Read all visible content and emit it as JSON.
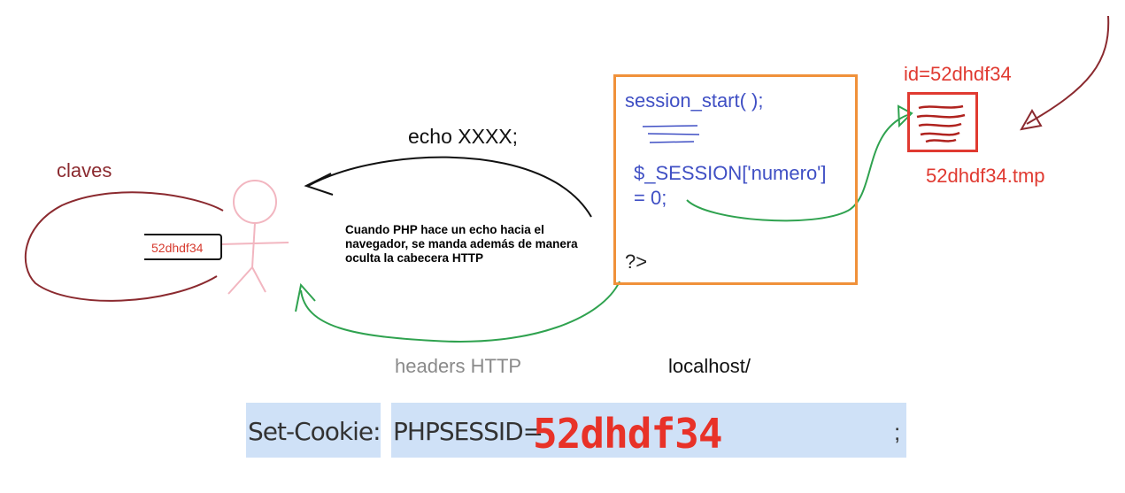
{
  "client": {
    "label": "claves",
    "cookie_value": "52dhdf34"
  },
  "arrows": {
    "top_label": "echo XXXX;",
    "bottom_label": "headers HTTP",
    "note": "Cuando PHP hace un echo hacia el navegador, se manda además de manera oculta la cabecera HTTP"
  },
  "server": {
    "host": "localhost/",
    "code": {
      "line1": "session_start( );",
      "line2": "$_SESSION['numero']",
      "line3": "= 0;",
      "line4": "?>"
    }
  },
  "session_file": {
    "id_label": "id=52dhdf34",
    "filename": "52dhdf34.tmp"
  },
  "cookie_header": {
    "label": "Set-Cookie:",
    "name": "PHPSESSID=",
    "value": "52dhdf34",
    "end": ";"
  },
  "colors": {
    "client_loop": "#8b2a2f",
    "stick_figure": "#f2b6c0",
    "code_box_border": "#f0913a",
    "code_text": "#3f4fc4",
    "session_red": "#e03a31",
    "green_arrow": "#2fa24f",
    "cookie_bg": "#cfe1f7"
  }
}
